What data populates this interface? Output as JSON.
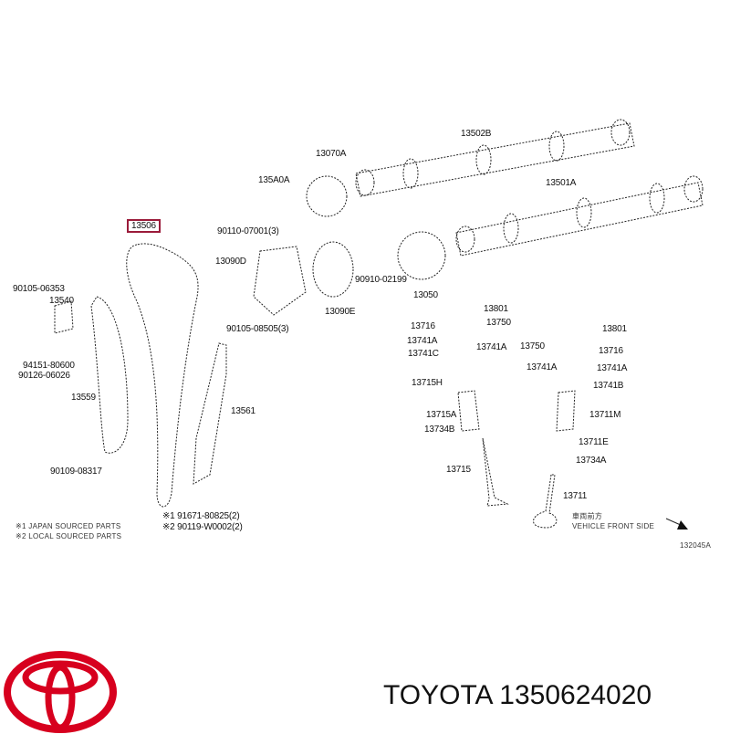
{
  "diagram": {
    "highlighted_part": "13506",
    "labels": [
      "13502B",
      "13070A",
      "135A0A",
      "13501A",
      "13506",
      "90110-07001(3)",
      "13090D",
      "90910-02199",
      "90105-06353",
      "13540",
      "13050",
      "13090E",
      "13801",
      "13716",
      "13750",
      "90105-08505(3)",
      "13801",
      "13741A",
      "13741A",
      "13741C",
      "13750",
      "13716",
      "94151-80600",
      "90126-06026",
      "13741A",
      "13741A",
      "13715H",
      "13741B",
      "13559",
      "13561",
      "13711M",
      "13715A",
      "13734B",
      "13711E",
      "90109-08317",
      "13734A",
      "13715",
      "13711",
      "※1 91671-80825(2)",
      "※2 90119-W0002(2)"
    ],
    "notes": {
      "japan": "※1 JAPAN SOURCED PARTS",
      "local": "※2 LOCAL SOURCED PARTS",
      "front_jp": "車両前方",
      "front_en": "VEHICLE FRONT SIDE",
      "diagram_code": "132045A"
    }
  },
  "footer": {
    "brand": "TOYOTA",
    "part_number": "1350624020",
    "logo_color": "#d7001e"
  }
}
